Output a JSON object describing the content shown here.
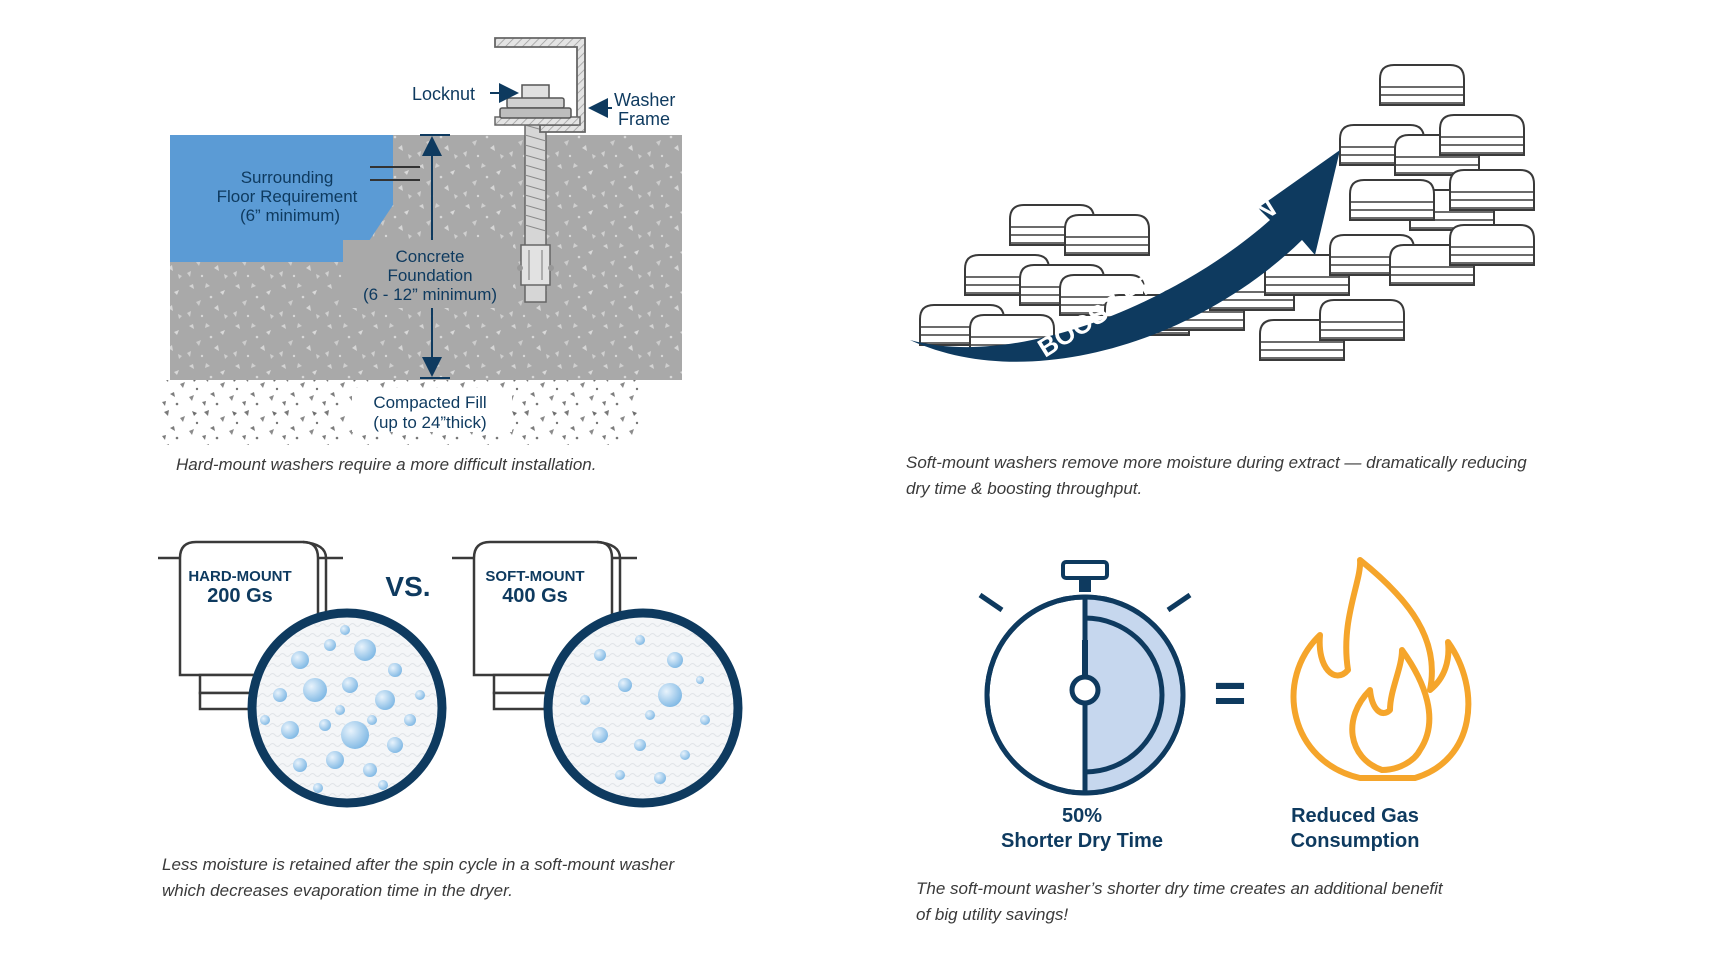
{
  "installation": {
    "locknut_label": "Locknut",
    "washer_frame_label_1": "Washer",
    "washer_frame_label_2": "Frame",
    "floor_label_1": "Surrounding",
    "floor_label_2": "Floor Requirement",
    "floor_label_3": "(6” minimum)",
    "foundation_label_1": "Concrete",
    "foundation_label_2": "Foundation",
    "foundation_label_3": "(6 - 12” minimum)",
    "fill_label_1": "Compacted Fill",
    "fill_label_2": "(up to 24”thick)",
    "caption": "Hard-mount washers require a more difficult installation."
  },
  "production": {
    "arrow_label": "BOOST PRODUCTION",
    "caption_line_1": "Soft-mount washers remove more moisture during extract — dramatically reducing",
    "caption_line_2": "dry time & boosting throughput."
  },
  "comparison": {
    "hard_title": "HARD-MOUNT",
    "hard_value": "200 Gs",
    "vs_label": "VS.",
    "soft_title": "SOFT-MOUNT",
    "soft_value": "400 Gs",
    "caption_line_1": "Less moisture is retained after the spin cycle in a soft-mount washer",
    "caption_line_2": "which decreases evaporation time in the dryer."
  },
  "drytime": {
    "percent_label": "50%",
    "dry_time_label": "Shorter Dry Time",
    "equals_symbol": "=",
    "gas_label_1": "Reduced Gas",
    "gas_label_2": "Consumption",
    "caption_line_1": "The soft-mount washer’s shorter dry time creates an additional benefit",
    "caption_line_2": "of big utility savings!"
  },
  "colors": {
    "navy": "#0e3a5f",
    "floor_blue": "#5b9bd5",
    "concrete_gray": "#a9a9a9",
    "flame_orange": "#f5a52b",
    "stopwatch_fill": "#c6d7ee"
  }
}
